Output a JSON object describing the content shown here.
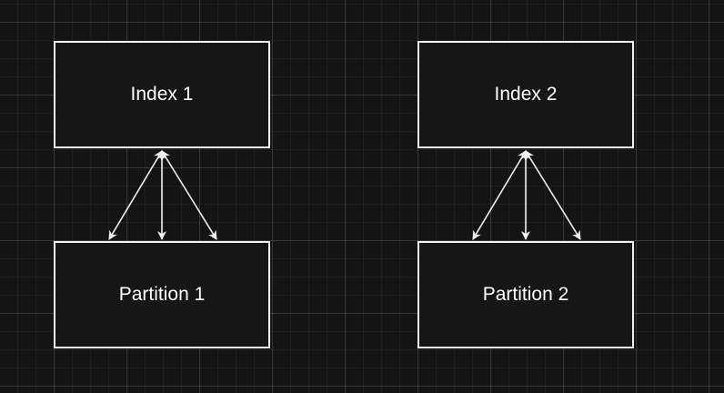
{
  "diagram": {
    "nodes": [
      {
        "id": "index1",
        "label": "Index 1"
      },
      {
        "id": "partition1",
        "label": "Partition 1"
      },
      {
        "id": "index2",
        "label": "Index 2"
      },
      {
        "id": "partition2",
        "label": "Partition 2"
      }
    ],
    "edges": [
      {
        "from": "index1",
        "to": "partition1",
        "direction": "both"
      },
      {
        "from": "index1",
        "to": "partition1",
        "direction": "both"
      },
      {
        "from": "index1",
        "to": "partition1",
        "direction": "both"
      },
      {
        "from": "index2",
        "to": "partition2",
        "direction": "both"
      },
      {
        "from": "index2",
        "to": "partition2",
        "direction": "both"
      },
      {
        "from": "index2",
        "to": "partition2",
        "direction": "both"
      }
    ],
    "colors": {
      "background": "#141414",
      "stroke": "#f2f2f2",
      "text": "#ffffff"
    }
  }
}
